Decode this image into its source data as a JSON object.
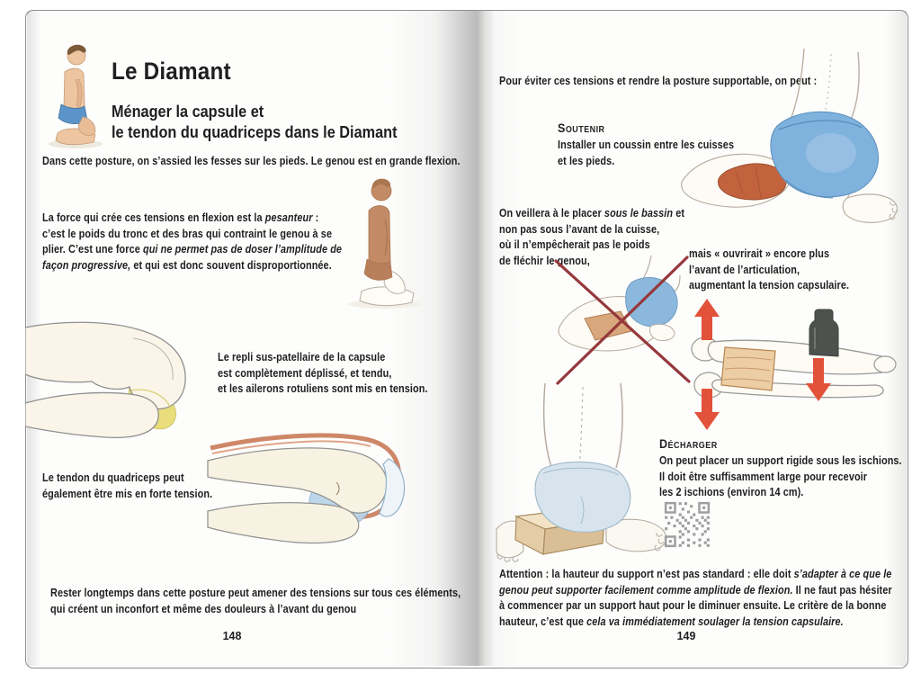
{
  "book": {
    "left_page": {
      "page_number": "148",
      "title": "Le Diamant",
      "subtitle_line1": "Ménager la capsule et",
      "subtitle_line2": "le tendon du quadriceps dans le Diamant",
      "intro": "Dans cette posture, on s’assied les fesses sur les pieds. Le genou est en grande flexion.",
      "para_force": {
        "a": "La force qui crée ces tensions en flexion est la ",
        "b": "pesanteur",
        "c": " : c’est le poids du tronc et des bras qui contraint le genou à se plier. C’est une force ",
        "d": "qui ne permet pas de doser l’amplitude de façon progressive,",
        "e": " et qui est donc souvent disproportionnée."
      },
      "caption_repli": {
        "l1": "Le repli sus-patellaire de la capsule",
        "l2": "est complètement déplissé, et tendu,",
        "l3": "et les ailerons rotuliens sont mis en tension."
      },
      "caption_tendon": {
        "l1": "Le tendon du quadriceps peut",
        "l2": "également être mis en forte tension."
      },
      "para_rester": {
        "l1": "Rester longtemps dans cette posture peut amener des tensions sur tous ces éléments,",
        "l2": "qui créent un inconfort et même des douleurs à l’avant du genou"
      }
    },
    "right_page": {
      "page_number": "149",
      "intro": "Pour éviter ces tensions et rendre la posture supportable, on peut :",
      "soutenir": {
        "heading": "Soutenir",
        "l1": "Installer un coussin entre les cuisses",
        "l2": "et les pieds."
      },
      "para_placer": {
        "l1a": "On veillera à le placer ",
        "l1b": "sous le bassin",
        "l1c": " et",
        "l2": "non pas sous l’avant de la cuisse,",
        "l3": "où il n’empêcherait pas le poids",
        "l4": "de fléchir le genou,"
      },
      "para_ouvrirait": {
        "l1": "mais « ouvrirait » encore plus",
        "l2": "l’avant de l’articulation,",
        "l3": "augmentant la tension capsulaire."
      },
      "decharger": {
        "heading": "Décharger",
        "l1": "On peut placer un support rigide sous les ischions.",
        "l2": "Il doit être suffisamment large pour recevoir",
        "l3": "les 2 ischions (environ 14 cm)."
      },
      "para_attention": {
        "a": "Attention : la hauteur du support n’est pas standard : elle doit ",
        "b": "s’adapter à ce que le genou peut supporter facilement comme amplitude de flexion.",
        "c": " Il ne faut pas hésiter à commencer par un support haut pour le diminuer ensuite. Le critère de la bonne hauteur, c’est que ",
        "d": "cela va immédiatement soulager la tension capsulaire."
      }
    },
    "figures": {
      "diamond_pose": "kneeling-man-diamond-pose",
      "trunk_weight": "kneeling-figure-trunk-weight",
      "knee_extended": "knee-capsule-anatomy",
      "knee_flexed": "knee-deep-flexion-anatomy",
      "cushion_correct": "cushion-under-pelvis",
      "cushion_wrong": "cushion-wrong-position-crossed",
      "bones_support": "knee-bones-support-weight",
      "block_support": "rigid-block-under-ischions",
      "qr": "qr-code"
    },
    "colors": {
      "accent_red": "#e2523a",
      "cross_red": "#96393c",
      "cushion_orange": "#c2633e",
      "shorts_blue": "#7fb2dd",
      "capsule_yellow": "#e9dd7c",
      "capsule_blue": "#b7d4e9"
    }
  }
}
